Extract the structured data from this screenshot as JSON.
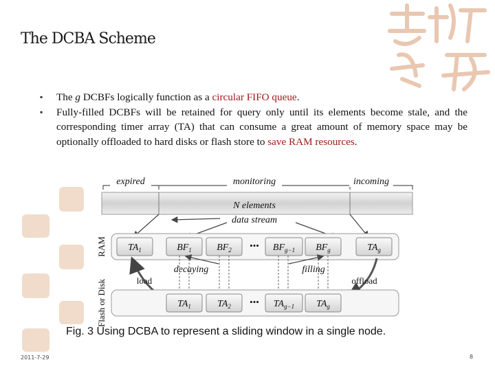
{
  "slide": {
    "title": "The DCBA Scheme",
    "bullets": [
      {
        "pre": "The ",
        "g": "g",
        "mid": " DCBFs logically function as a ",
        "hl": "circular FIFO queue",
        "post": "."
      },
      {
        "pre": "Fully-filled DCBFs will be retained for query only until its elements become stale, and the corresponding timer array (TA) that can consume a great amount of memory space may be optionally offloaded to hard disks or flash store to ",
        "hl": "save RAM resources",
        "post": "."
      }
    ],
    "date": "2011-7-29",
    "page_number": "8"
  },
  "figure": {
    "caption": "Fig. 3  Using DCBA to represent a sliding window in a single node.",
    "top_labels": {
      "expired": "expired",
      "monitoring": "monitoring",
      "incoming": "incoming"
    },
    "stream_labels": {
      "n_elements": "N elements",
      "data_stream": "data stream"
    },
    "ram_label": "RAM",
    "disk_label": "Flash or Disk",
    "ram_row": [
      {
        "base": "TA",
        "sub": "1"
      },
      {
        "base": "BF",
        "sub": "1"
      },
      {
        "base": "BF",
        "sub": "2"
      },
      {
        "base": "BF",
        "sub": "g−1"
      },
      {
        "base": "BF",
        "sub": "g"
      },
      {
        "base": "TA",
        "sub": "g"
      }
    ],
    "disk_row": [
      {
        "base": "TA",
        "sub": "1"
      },
      {
        "base": "TA",
        "sub": "2"
      },
      {
        "base": "TA",
        "sub": "g−1"
      },
      {
        "base": "TA",
        "sub": "g"
      }
    ],
    "arrow_labels": {
      "decaying": "decaying",
      "filling": "filling",
      "load": "load",
      "offload": "offload"
    }
  }
}
